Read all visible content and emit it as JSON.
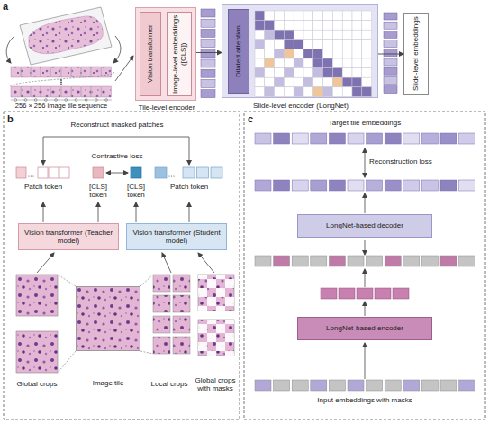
{
  "diagram": {
    "nodes": [
      {
        "text": [
          "Tile-level encoder"
        ]
      },
      {
        "text": [
          "Vision transformer"
        ],
        "in": 0
      },
      {
        "text": [
          "Image-level embeddings ([CLS])"
        ],
        "in": 0
      },
      {
        "text": [
          "Slide-level encoder (LongNet)"
        ]
      },
      {
        "text": [
          "Dilated attention"
        ],
        "in": 3
      },
      {
        "text": [
          "Slide-level embeddings"
        ]
      },
      {
        "text": [
          "Vision transformer (Teacher model)"
        ]
      },
      {
        "text": [
          "Vision transformer (Student model)"
        ]
      },
      {
        "text": [
          "Image tile"
        ]
      },
      {
        "text": [
          "LongNet-based decoder"
        ]
      },
      {
        "text": [
          "LongNet-based encoder"
        ]
      }
    ],
    "edges": [
      {
        "from": 0,
        "to": 3,
        "arrow": "to"
      },
      {
        "from": 3,
        "to": 5,
        "arrow": "to"
      }
    ],
    "labels": [
      "a",
      "256 × 256 image tile sequence",
      "b",
      "Reconstruct masked patches",
      "Contrastive loss",
      "Patch token",
      "[CLS] token",
      "[CLS] token",
      "Patch token",
      "Global crops",
      "Local crops",
      "Global crops with masks",
      "c",
      "Target tile embeddings",
      "Reconstruction loss",
      "Input embeddings with masks"
    ]
  }
}
